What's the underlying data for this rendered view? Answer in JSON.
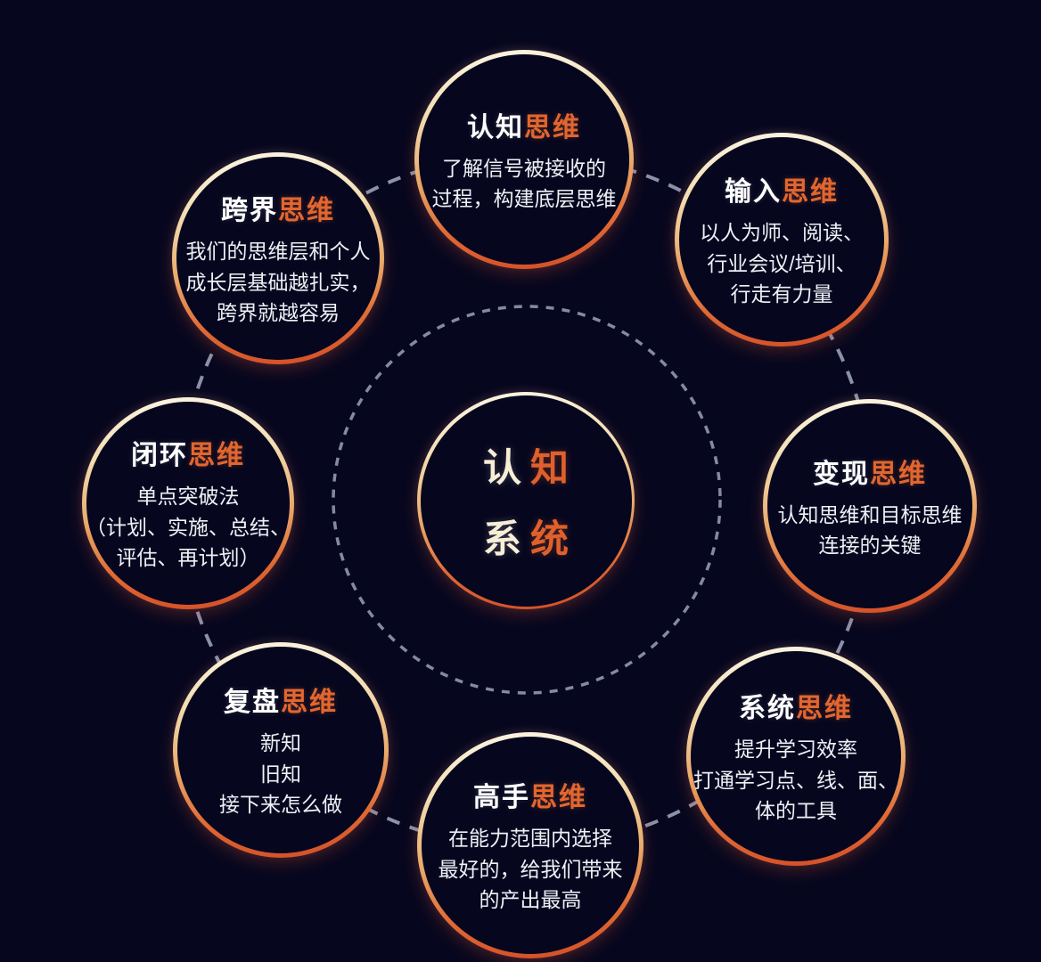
{
  "colors": {
    "background": "#06071f",
    "title_light": "#ffffff",
    "title_accent": "#e2662f",
    "desc_text": "#eef0f5",
    "border_gradient_top": "#fbf6e6",
    "border_gradient_mid": "#eaa96a",
    "border_gradient_bottom": "#d44d27",
    "dashed_ring": "#9aa1b8",
    "center_light": "#f7eed8",
    "center_accent": "#e0602c"
  },
  "center": {
    "line1_light": "认",
    "line1_accent": "知",
    "line2_light": "系",
    "line2_accent": "统"
  },
  "nodes": [
    {
      "title_light": "认知",
      "title_accent": "思维",
      "desc": "了解信号被接收的\n过程，构建底层思维"
    },
    {
      "title_light": "输入",
      "title_accent": "思维",
      "desc": "以人为师、阅读、\n行业会议/培训、\n行走有力量"
    },
    {
      "title_light": "变现",
      "title_accent": "思维",
      "desc": "认知思维和目标思维\n连接的关键"
    },
    {
      "title_light": "系统",
      "title_accent": "思维",
      "desc": "提升学习效率\n打通学习点、线、面、\n体的工具"
    },
    {
      "title_light": "高手",
      "title_accent": "思维",
      "desc": "在能力范围内选择\n最好的，给我们带来\n的产出最高"
    },
    {
      "title_light": "复盘",
      "title_accent": "思维",
      "desc": "新知\n旧知\n接下来怎么做"
    },
    {
      "title_light": "闭环",
      "title_accent": "思维",
      "desc": "单点突破法\n（计划、实施、总结、\n评估、再计划）"
    },
    {
      "title_light": "跨界",
      "title_accent": "思维",
      "desc": "我们的思维层和个人\n成长层基础越扎实，\n跨界就越容易"
    }
  ]
}
